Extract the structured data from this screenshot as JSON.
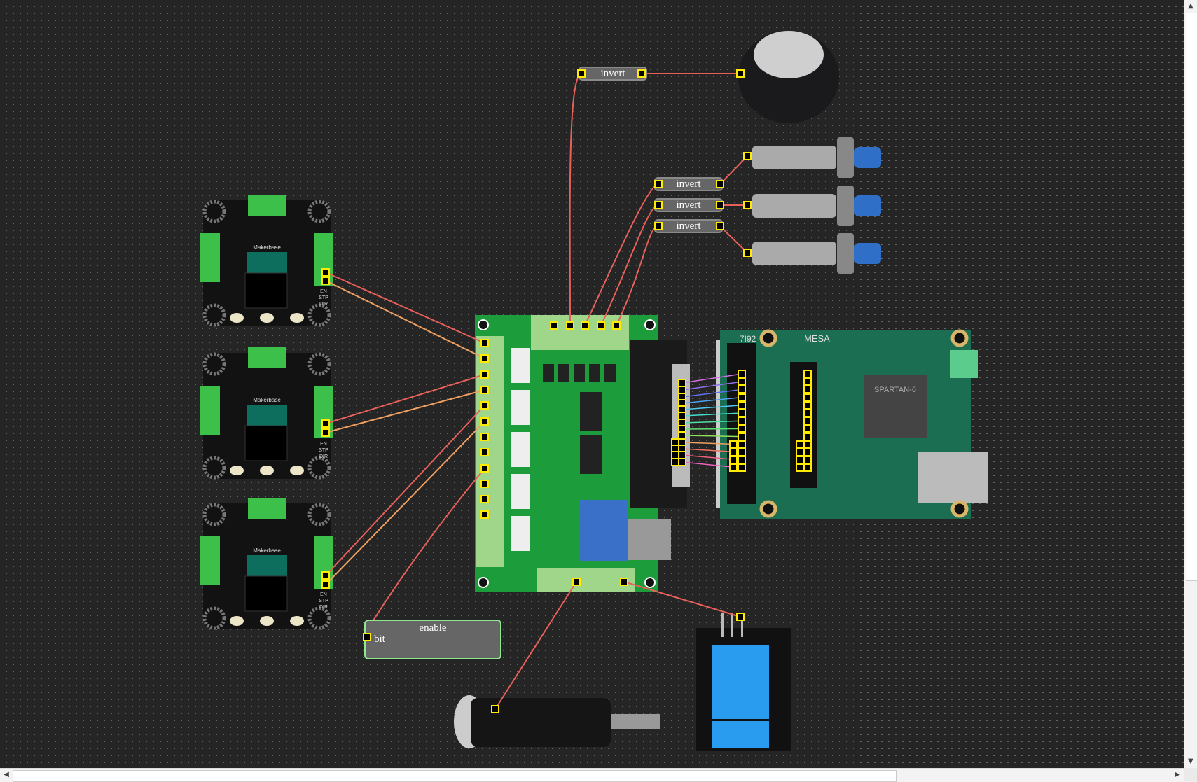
{
  "blocks": {
    "invert_labels": [
      "invert",
      "invert",
      "invert",
      "invert"
    ],
    "enable": {
      "title": "enable",
      "input": "bit"
    }
  },
  "components": {
    "stepper_driver_brand": "Makerbase",
    "stepper_driver_pins": [
      "EN",
      "STP",
      "DIR"
    ],
    "mesa_brand": "MESA",
    "mesa_model": "7I92",
    "fpga": "SPARTAN-6"
  },
  "colors": {
    "canvas_bg": "#252525",
    "pin_border": "#ffea00",
    "wire_red": "#e8605a",
    "wire_orange": "#f0a060",
    "enable_border": "#8fe88f",
    "parallel_wires": [
      "#d070e0",
      "#9070f0",
      "#6070f0",
      "#50a0f0",
      "#50c8f0",
      "#40e0d0",
      "#50e0a0",
      "#60e070",
      "#90e060",
      "#f0a060",
      "#f07060",
      "#f06080",
      "#f060c0"
    ]
  },
  "icons": {
    "scroll_up": "triangle-up-icon",
    "scroll_down": "triangle-down-icon",
    "scroll_left": "triangle-left-icon",
    "scroll_right": "triangle-right-icon"
  }
}
